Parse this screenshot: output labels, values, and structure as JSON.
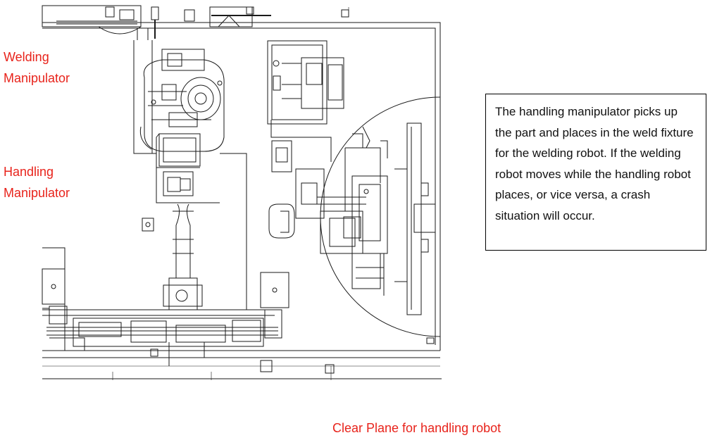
{
  "labels": {
    "welding_manipulator": [
      "Welding",
      "Manipulator"
    ],
    "handling_manipulator": [
      "Handling",
      "Manipulator"
    ],
    "clear_plane": "Clear Plane for handling robot"
  },
  "description": "The handling manipulator picks up the part and places in the weld fixture for the welding robot.  If the welding robot moves while the handling robot places, or vice versa, a crash situation will occur.",
  "colors": {
    "label_red": "#e8231b",
    "line": "#1a1a1a",
    "box_border": "#000000"
  }
}
